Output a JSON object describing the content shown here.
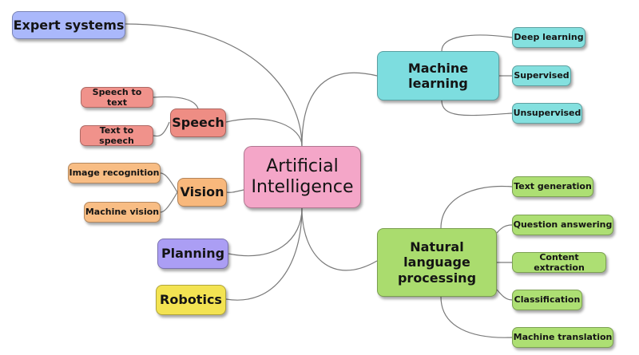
{
  "mindmap": {
    "root": "Artificial\nIntelligence",
    "branches": {
      "expert_systems": "Expert systems",
      "machine_learning": "Machine\nlearning",
      "speech": "Speech",
      "vision": "Vision",
      "planning": "Planning",
      "robotics": "Robotics",
      "nlp": "Natural\nlanguage\nprocessing"
    },
    "leaves": {
      "deep_learning": "Deep learning",
      "supervised": "Supervised",
      "unsupervised": "Unsupervised",
      "speech_to_text": "Speech to text",
      "text_to_speech": "Text to speech",
      "image_recognition": "Image recognition",
      "machine_vision": "Machine vision",
      "text_generation": "Text generation",
      "question_answering": "Question answering",
      "content_extraction": "Content extraction",
      "classification": "Classification",
      "machine_translation": "Machine translation"
    }
  },
  "colors": {
    "root": "#f4a6c8",
    "expert_systems": "#aab8fb",
    "machine_learning": "#7ddddf",
    "speech": "#ee8d84",
    "vision": "#f8b87c",
    "planning": "#ab9ef4",
    "robotics": "#f3e352",
    "nlp": "#aadc6e",
    "connector": "#7a7a7a"
  }
}
